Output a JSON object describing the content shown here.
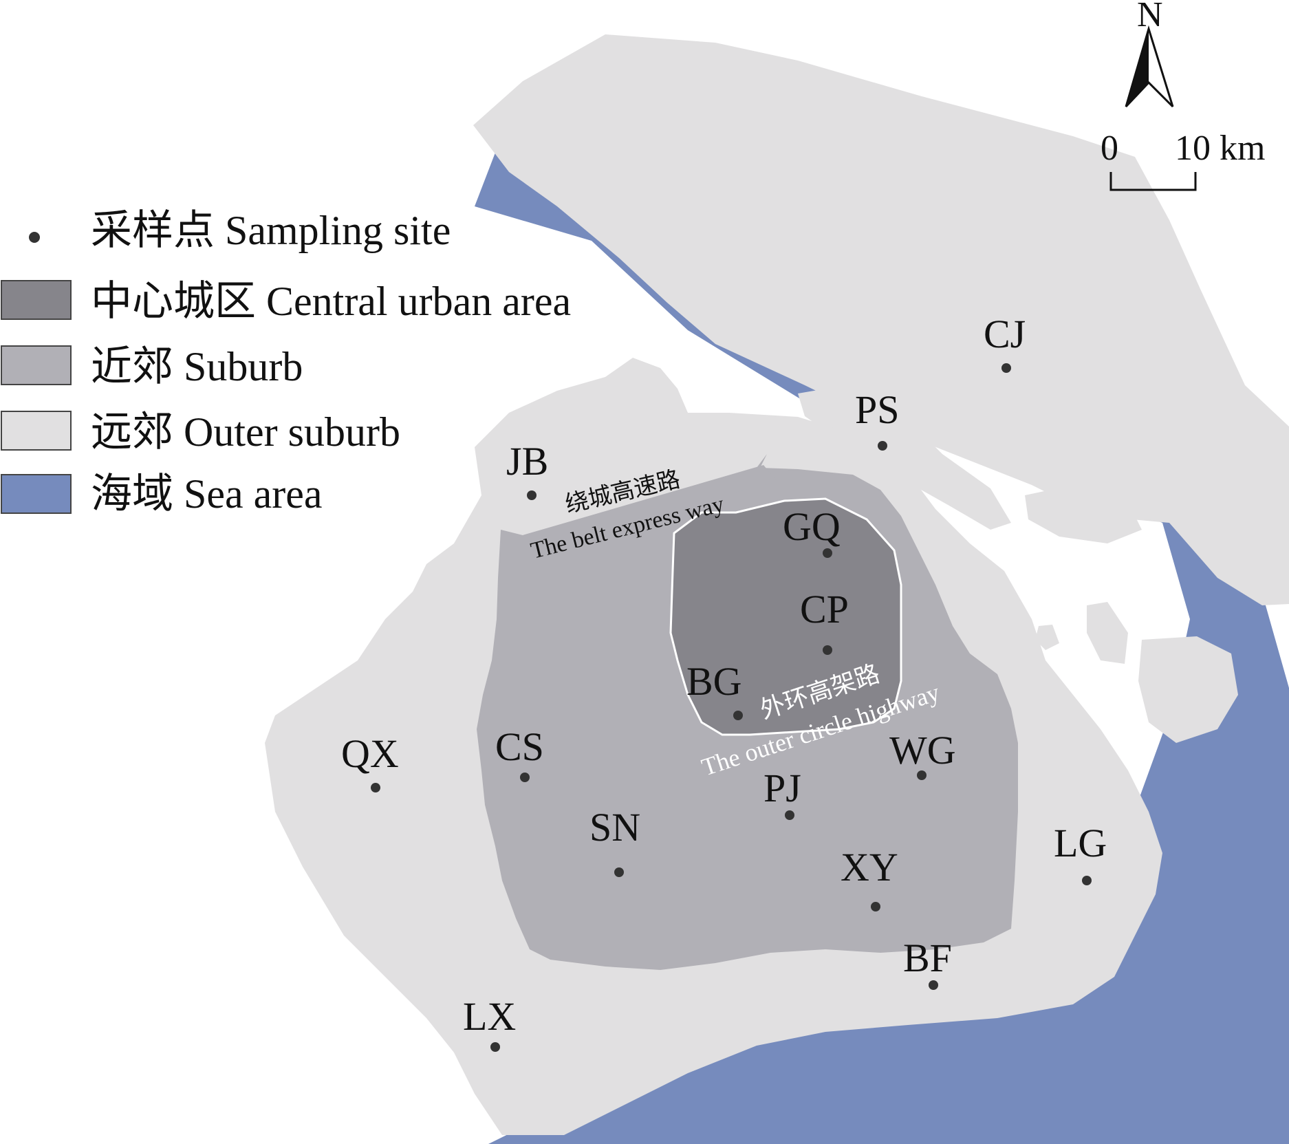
{
  "colors": {
    "sea": "#768bbd",
    "outer_suburb": "#e1e0e1",
    "suburb": "#b1b0b6",
    "central": "#86858b",
    "site": "#333333",
    "background": "#ffffff"
  },
  "legend": {
    "site": "采样点 Sampling site",
    "central": "中心城区 Central urban area",
    "suburb": "近郊 Suburb",
    "outer": "远郊 Outer suburb",
    "sea": "海域 Sea area"
  },
  "north": {
    "label": "N"
  },
  "scale": {
    "start": "0",
    "end": "10 km"
  },
  "roads": {
    "belt_cn": "绕城高速路",
    "belt_en": "The belt express way",
    "outer_cn": "外环高架路",
    "outer_en": "The outer circle highway"
  },
  "sites": [
    {
      "id": "CJ",
      "label": "CJ",
      "zone": "outer suburb"
    },
    {
      "id": "PS",
      "label": "PS",
      "zone": "outer suburb"
    },
    {
      "id": "JB",
      "label": "JB",
      "zone": "outer suburb"
    },
    {
      "id": "GQ",
      "label": "GQ",
      "zone": "central urban area"
    },
    {
      "id": "CP",
      "label": "CP",
      "zone": "central urban area"
    },
    {
      "id": "BG",
      "label": "BG",
      "zone": "central urban area"
    },
    {
      "id": "QX",
      "label": "QX",
      "zone": "outer suburb"
    },
    {
      "id": "CS",
      "label": "CS",
      "zone": "suburb"
    },
    {
      "id": "WG",
      "label": "WG",
      "zone": "suburb"
    },
    {
      "id": "PJ",
      "label": "PJ",
      "zone": "suburb"
    },
    {
      "id": "SN",
      "label": "SN",
      "zone": "suburb"
    },
    {
      "id": "LG",
      "label": "LG",
      "zone": "outer suburb"
    },
    {
      "id": "XY",
      "label": "XY",
      "zone": "suburb"
    },
    {
      "id": "BF",
      "label": "BF",
      "zone": "outer suburb"
    },
    {
      "id": "LX",
      "label": "LX",
      "zone": "outer suburb"
    }
  ]
}
